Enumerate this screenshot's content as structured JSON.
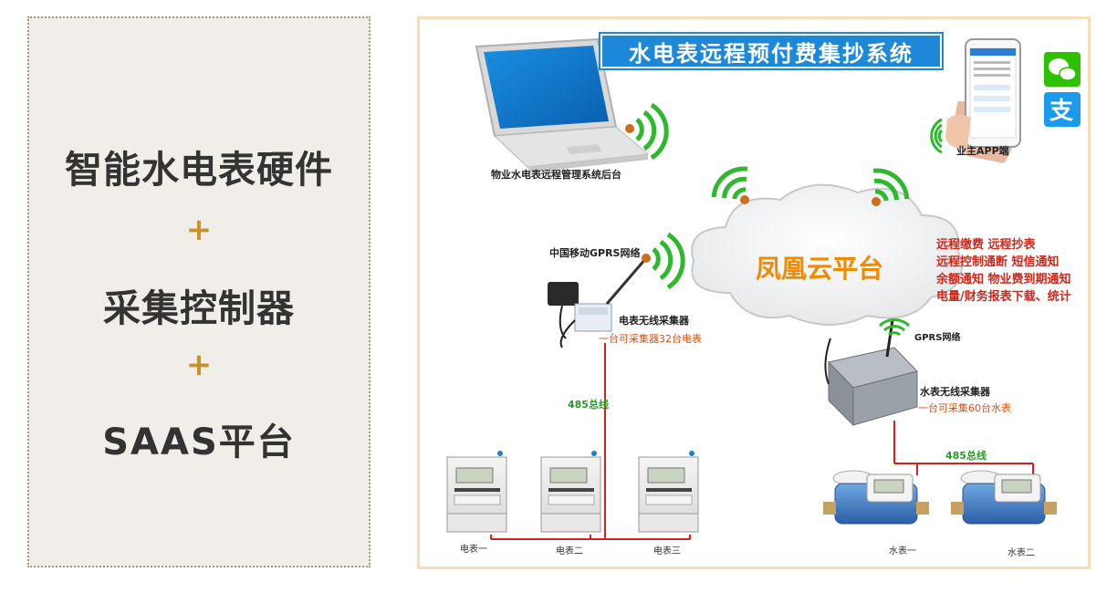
{
  "left_panel": {
    "line1": "智能水电表硬件",
    "plus1": "+",
    "line2": "采集控制器",
    "plus2": "+",
    "line3": "SAAS平台"
  },
  "diagram": {
    "title": "水电表远程预付费集抄系统",
    "laptop_label": "物业水电表远程管理系统后台",
    "app_label": "业主APP端",
    "cloud_label": "凤凰云平台",
    "features": [
      "远程缴费 远程抄表",
      "远程控制通断 短信通知",
      "余额通知 物业费到期通知",
      "电量/财务报表下载、统计"
    ],
    "gprs_mobile_label": "中国移动GPRS网络",
    "electric_collector_label": "电表无线采集器",
    "electric_collector_note": "一台可采集器32台电表",
    "bus_label_left": "485总线",
    "gprs_water_label": "GPRS网络",
    "water_collector_label": "水表无线采集器",
    "water_collector_note": "一台可采集60台水表",
    "bus_label_right": "485总线",
    "electric_meters": [
      "电表一",
      "电表二",
      "电表三"
    ],
    "water_meters": [
      "水表一",
      "水表二"
    ],
    "wechat_icon_glyph": "💬",
    "alipay_icon_glyph": "支"
  },
  "colors": {
    "left_bg": "#f1eeea",
    "plus": "#c8922a",
    "title_bg": "#1e88d8",
    "wifi_green": "#2db82d",
    "cloud_text": "#f08a00",
    "feature_text": "#d0271b",
    "bus_line": "#d81e1e"
  }
}
